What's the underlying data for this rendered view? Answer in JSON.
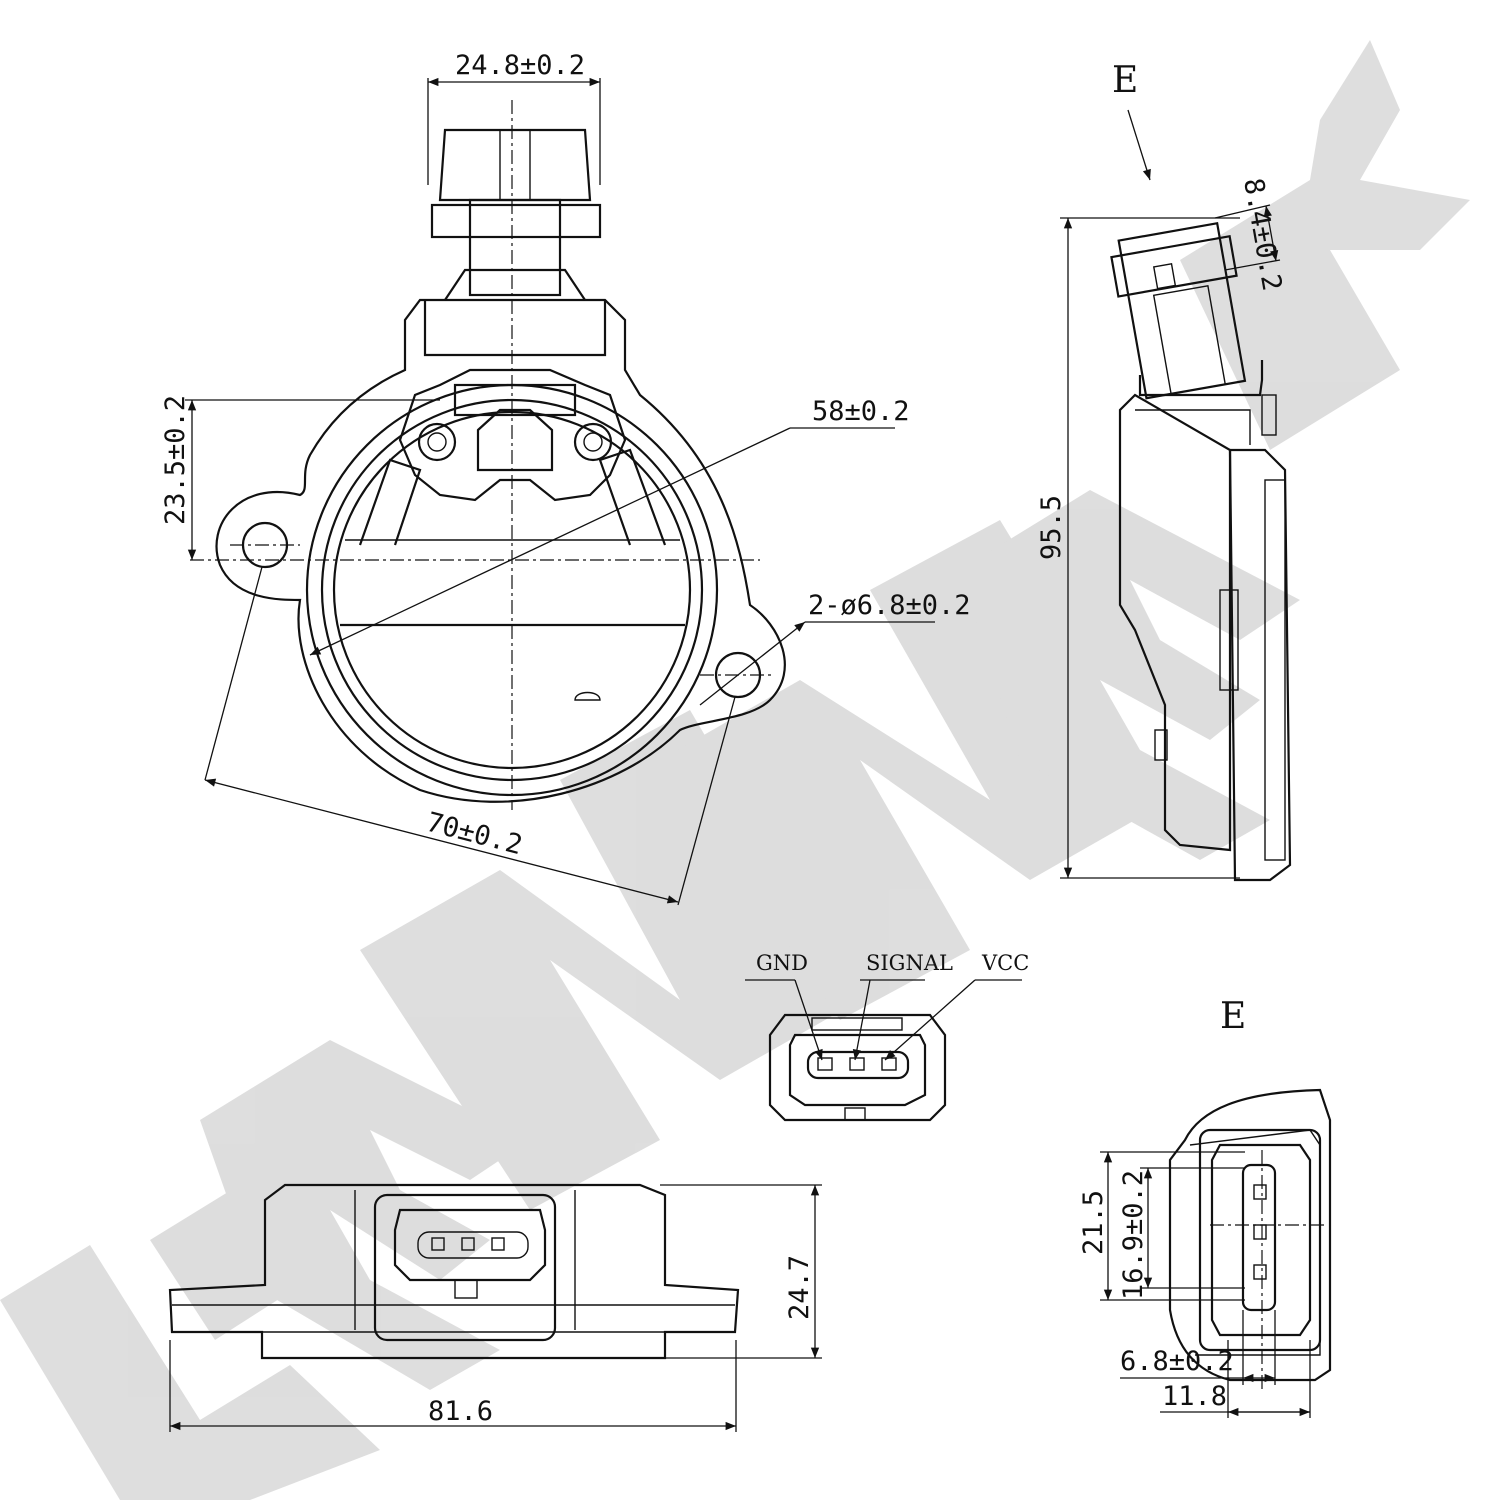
{
  "watermark": {
    "text": "ZENNEK",
    "color": "#d9d9d9"
  },
  "dimensions": {
    "connector_width": "24.8±0.2",
    "housing_diameter": "58±0.2",
    "flange_offset": "23.5±0.2",
    "mount_holes": "2-ø6.8±0.2",
    "hole_spacing": "70±0.2",
    "side_height": "95.5",
    "connector_depth": "8.4±0.2",
    "base_length": "81.6",
    "base_height": "24.7",
    "view_e_outer": "21.5",
    "view_e_inner": "16.9±0.2",
    "view_e_slot": "6.8±0.2",
    "view_e_width": "11.8"
  },
  "view_labels": {
    "side_view": "E",
    "detail_view": "E"
  },
  "pinout": {
    "pin1": "GND",
    "pin2": "SIGNAL",
    "pin3": "VCC"
  }
}
